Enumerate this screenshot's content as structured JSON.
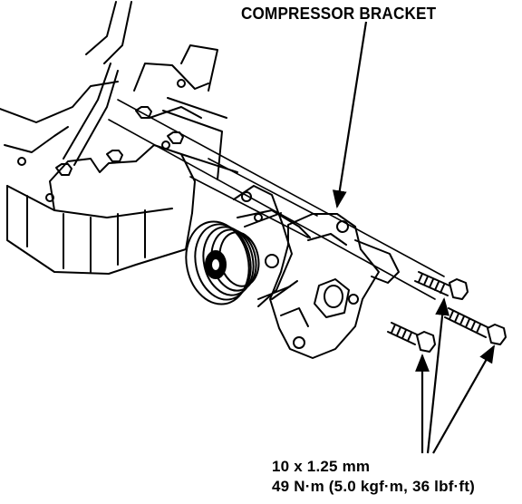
{
  "labels": {
    "compressor_bracket": "COMPRESSOR BRACKET",
    "bolt_size": "10 x 1.25 mm",
    "torque": "49 N·m (5.0 kgf·m, 36 lbf·ft)"
  },
  "colors": {
    "ink": "#000000",
    "paper": "#ffffff"
  }
}
